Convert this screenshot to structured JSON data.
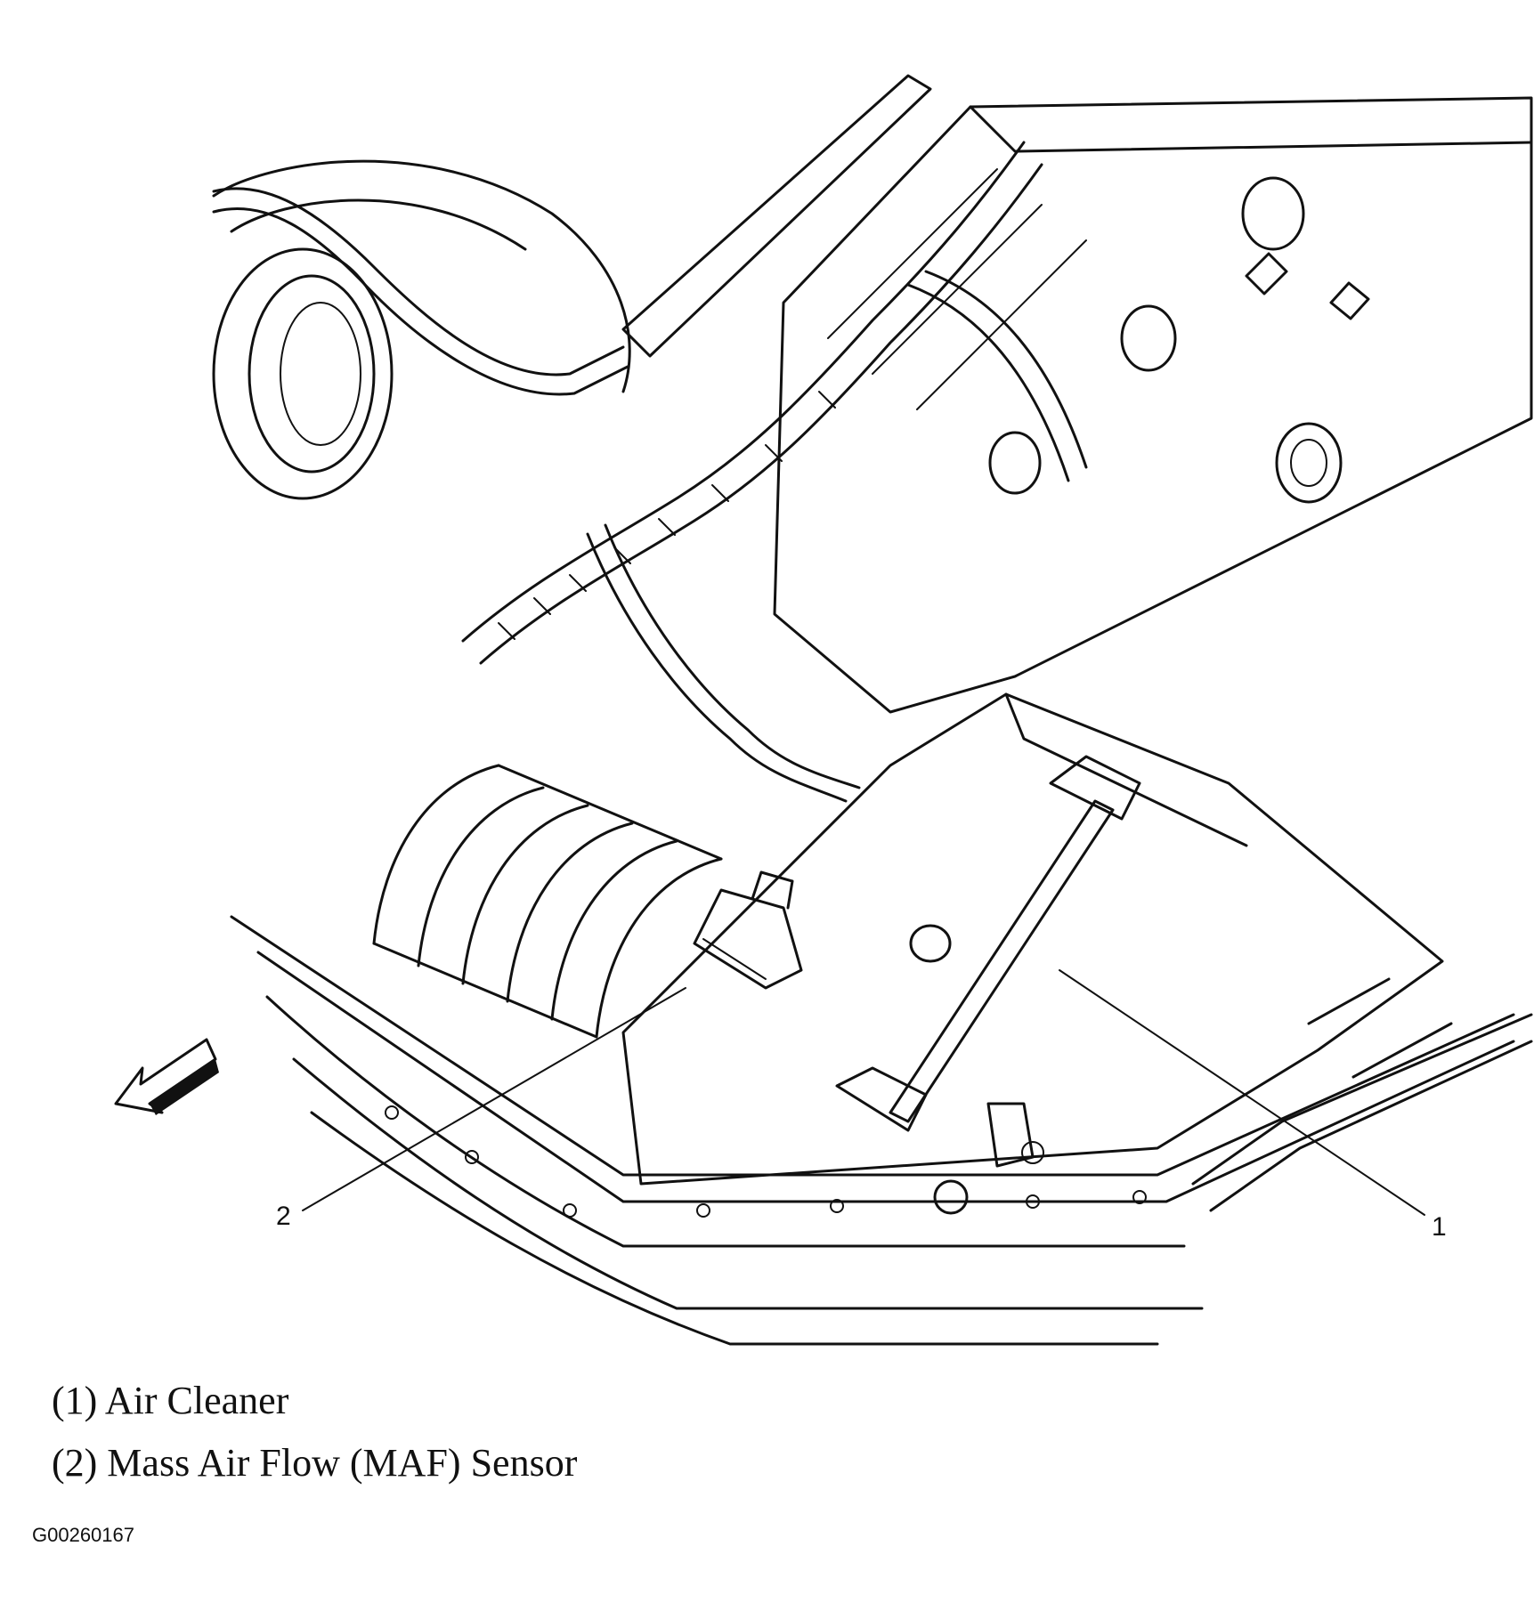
{
  "callouts": [
    {
      "number": "1",
      "name": "Air Cleaner"
    },
    {
      "number": "2",
      "name": "Mass Air Flow (MAF) Sensor"
    }
  ],
  "legend": [
    "(1) Air Cleaner",
    "(2) Mass Air Flow (MAF) Sensor"
  ],
  "figure_id": "G00260167",
  "direction_arrow_icon": "front-direction-arrow"
}
